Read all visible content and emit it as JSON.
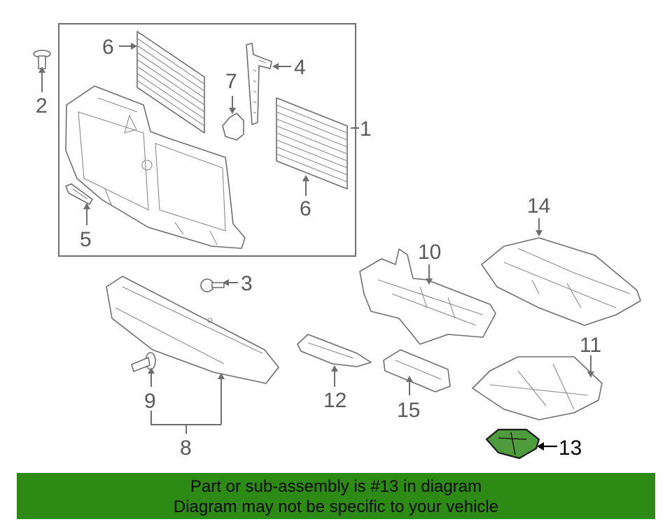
{
  "callouts": {
    "c1": "1",
    "c2": "2",
    "c3": "3",
    "c4": "4",
    "c5": "5",
    "c6a": "6",
    "c6b": "6",
    "c7": "7",
    "c8": "8",
    "c9": "9",
    "c10": "10",
    "c11": "11",
    "c12": "12",
    "c13": "13",
    "c14": "14",
    "c15": "15"
  },
  "highlight": {
    "part_number": "13",
    "color": "#4e9c3c"
  },
  "banner": {
    "line1": "Part or sub-assembly is #13 in diagram",
    "line2": "Diagram may not be specific to your vehicle",
    "background": "#2d8a14"
  }
}
